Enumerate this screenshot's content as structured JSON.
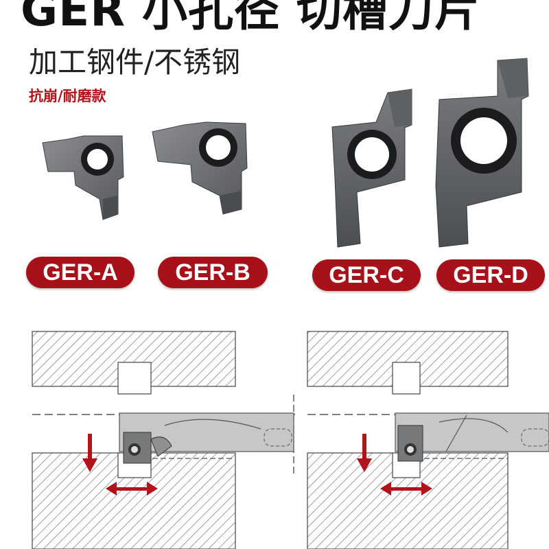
{
  "header": {
    "title": "GER 小孔径 切槽刀片",
    "subtitle": "加工钢件/不锈钢",
    "tagline": "抗崩/耐磨款"
  },
  "products": [
    {
      "label": "GER-A"
    },
    {
      "label": "GER-B"
    },
    {
      "label": "GER-C"
    },
    {
      "label": "GER-D"
    }
  ],
  "colors": {
    "accent": "#a8111a",
    "insert": "#6e7174",
    "arrow": "#b3121a"
  },
  "icons": [
    "down-arrow-icon",
    "double-arrow-icon"
  ]
}
